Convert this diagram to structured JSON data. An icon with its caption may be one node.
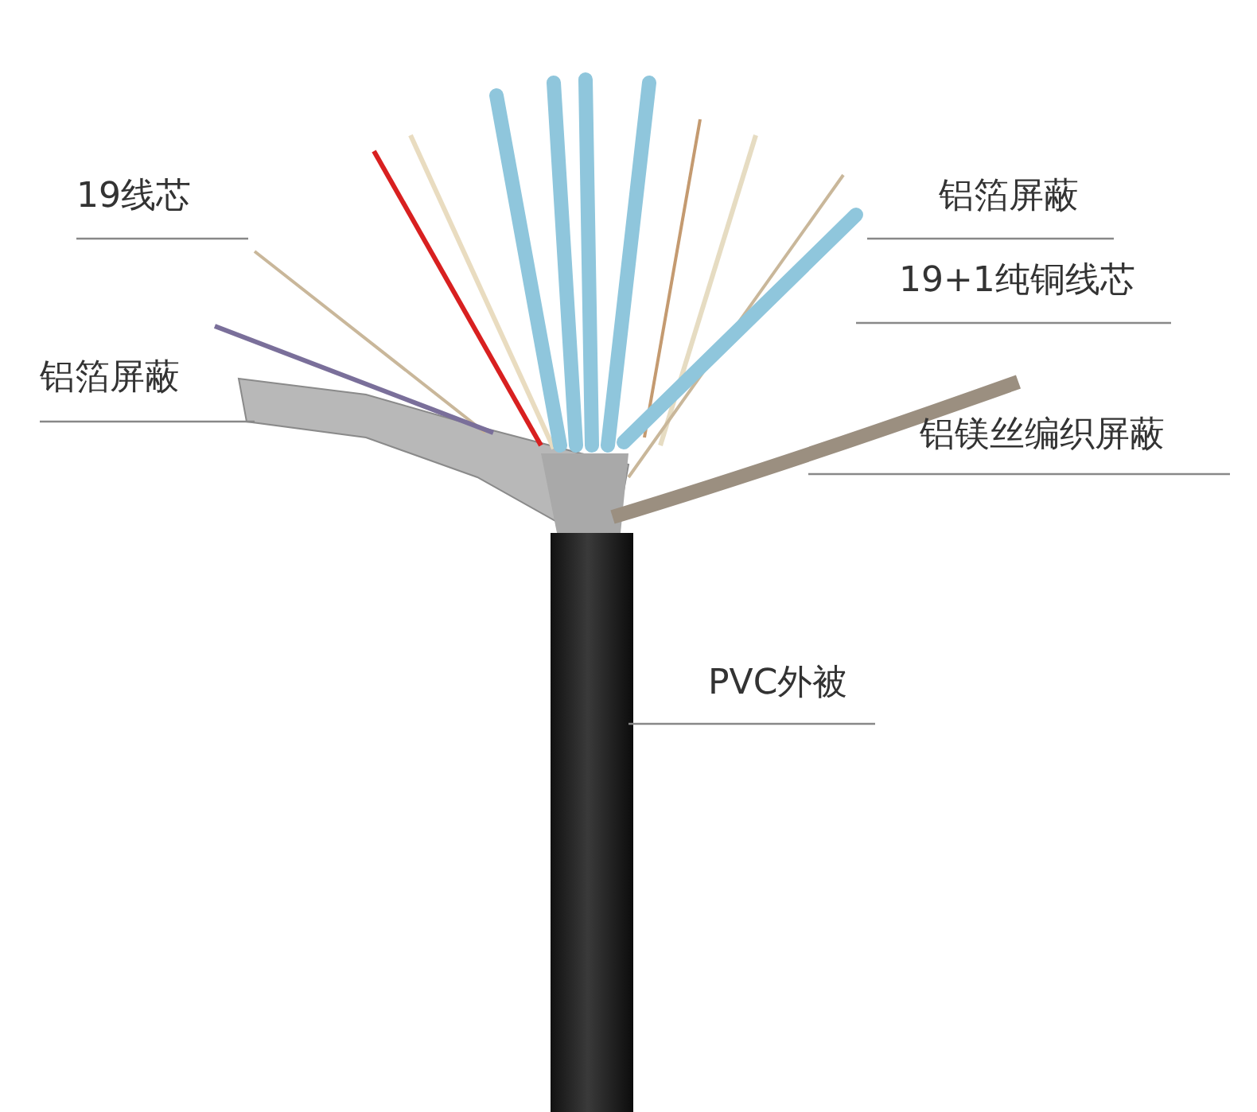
{
  "diagram": {
    "nodes": [
      {
        "text": [
          "19线芯"
        ]
      },
      {
        "text": [
          "铝箔屏蔽"
        ]
      },
      {
        "text": [
          "19+1纯铜线芯"
        ]
      },
      {
        "text": [
          "铝箔屏蔽"
        ]
      },
      {
        "text": [
          "铝镁丝编织屏蔽"
        ]
      },
      {
        "text": [
          "PVC外被"
        ]
      }
    ],
    "edges": [
      {
        "from": 0,
        "to": null,
        "arrow": "none"
      },
      {
        "from": 1,
        "to": null,
        "arrow": "none"
      },
      {
        "from": 2,
        "to": null,
        "arrow": "none"
      },
      {
        "from": 3,
        "to": null,
        "arrow": "none"
      },
      {
        "from": 4,
        "to": null,
        "arrow": "none"
      },
      {
        "from": 5,
        "to": null,
        "arrow": "none"
      }
    ]
  }
}
